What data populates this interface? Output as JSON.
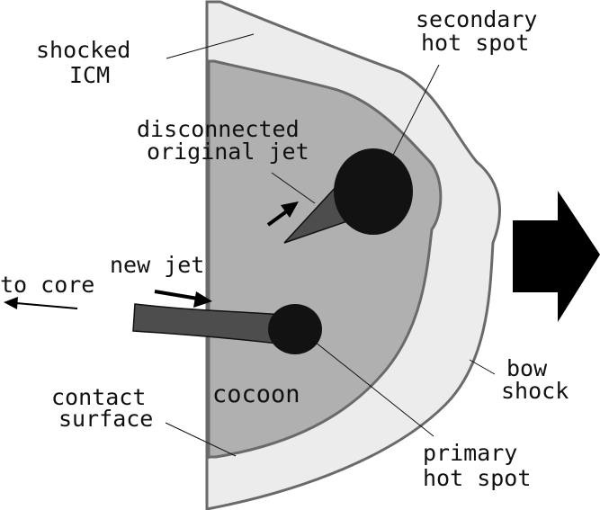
{
  "labels": {
    "shocked_icm": [
      "shocked",
      "ICM"
    ],
    "secondary_hot_spot": [
      "secondary",
      "hot spot"
    ],
    "disconnected_original_jet": [
      "disconnected",
      "original jet"
    ],
    "new_jet": "new jet",
    "to_core": "to core",
    "cocoon": "cocoon",
    "contact_surface": [
      "contact",
      "surface"
    ],
    "bow_shock": [
      "bow",
      "shock"
    ],
    "primary_hot_spot": [
      "primary",
      "hot spot"
    ]
  },
  "colors": {
    "shocked_icm_fill": "#ececec",
    "cocoon_fill": "#b0b0b0",
    "boundary_stroke": "#6a6a6a",
    "hot_spot_fill": "#121212",
    "jet_fill": "#4d4d4d",
    "arrow_fill": "#000000"
  }
}
